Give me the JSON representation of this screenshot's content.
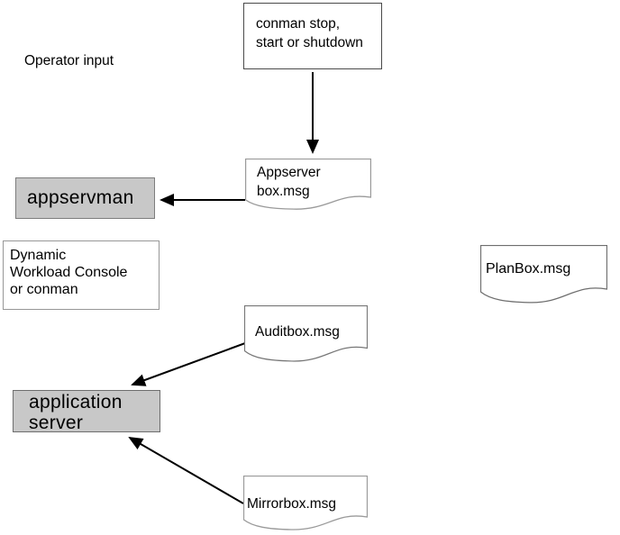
{
  "diagram": {
    "operator_input_label": "Operator input",
    "nodes": {
      "conman_command": {
        "lines": [
          "conman stop,",
          "start or shutdown"
        ]
      },
      "appservman": {
        "label": "appservman"
      },
      "dynamic_workload_console": {
        "lines": [
          "Dynamic",
          "Workload Console",
          "or conman"
        ]
      },
      "application_server": {
        "lines": [
          "application",
          "server"
        ]
      }
    },
    "documents": {
      "appserver_box": {
        "lines": [
          "Appserver",
          "box.msg"
        ]
      },
      "planbox": {
        "label": "PlanBox.msg"
      },
      "auditbox": {
        "label": "Auditbox.msg"
      },
      "mirrorbox": {
        "label": "Mirrorbox.msg"
      }
    },
    "connections": [
      {
        "from": "conman_command",
        "to": "appserver_box",
        "direction": "down"
      },
      {
        "from": "appserver_box",
        "to": "appservman",
        "direction": "left"
      },
      {
        "from": "auditbox",
        "to": "application_server",
        "direction": "down-left"
      },
      {
        "from": "mirrorbox",
        "to": "application_server",
        "direction": "up-left"
      }
    ],
    "colors": {
      "background": "#ffffff",
      "node_fill": "#c8c8c8",
      "node_border": "#7d7d7d",
      "outline_box_border": "#4a4a4a",
      "document_border": "#9a9a9a",
      "arrow": "#000000",
      "text": "#000000"
    }
  }
}
